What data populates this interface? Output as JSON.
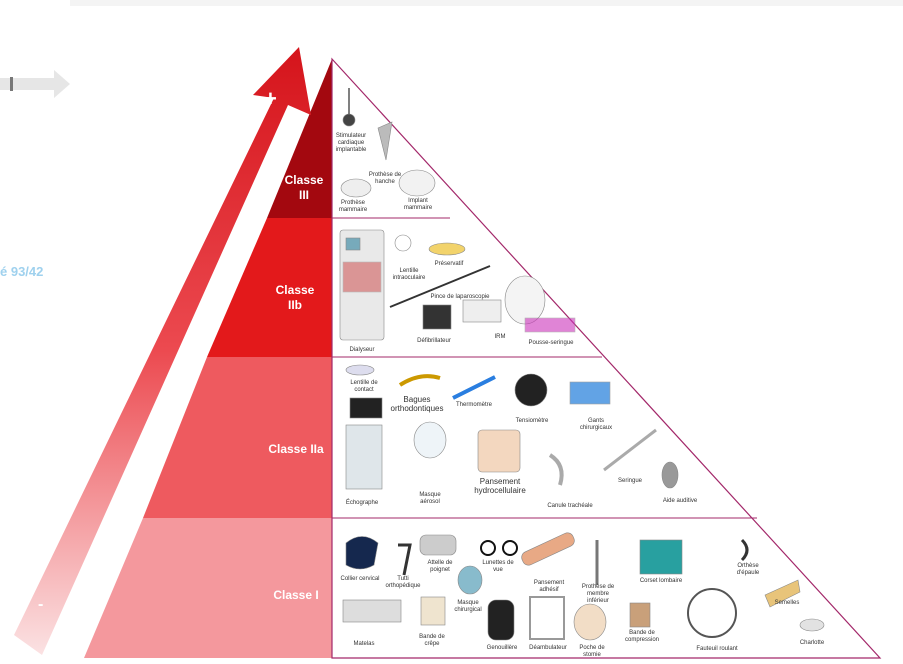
{
  "axis": {
    "title": "Risques / Niveau d’évaluation",
    "high": "+",
    "low": "-"
  },
  "left_ref": "é 93/42",
  "classes": [
    {
      "name": "Classe III",
      "color": "#a3080f"
    },
    {
      "name": "Classe IIb",
      "color": "#e3191b"
    },
    {
      "name": "Classe IIa",
      "color": "#ee5a5f"
    },
    {
      "name": "Classe I",
      "color": "#f4989d"
    }
  ],
  "labels": {
    "c3": [
      "Stimulateur cardiaque implantable",
      "Prothèse de hanche",
      "Prothèse mammaire",
      "Implant mammaire"
    ],
    "c2b": [
      "Lentille intraoculaire",
      "Préservatif",
      "Pince de laparoscopie",
      "Dialyseur",
      "Défibrillateur",
      "IRM",
      "Pousse-seringue"
    ],
    "c2a": [
      "Lentille de contact",
      "Bagues orthodontiques",
      "Thermomètre",
      "Tensiomètre",
      "Gants chirurgicaux",
      "Échographe",
      "Masque aérosol",
      "Pansement hydrocellulaire",
      "Canule trachéale",
      "Seringue",
      "Aide auditive"
    ],
    "c1": [
      "Collier cervical",
      "Tutti orthopédique",
      "Attelle de poignet",
      "Lunettes de vue",
      "Pansement adhésif",
      "Prothèse de membre inférieur",
      "Corset lombaire",
      "Orthèse d'épaule",
      "Matelas",
      "Bande de crêpe",
      "Masque chirurgical",
      "Genouillère",
      "Déambulateur",
      "Poche de stomie",
      "Bande de compression",
      "Fauteuil roulant",
      "Semelles",
      "Charlotte"
    ]
  }
}
